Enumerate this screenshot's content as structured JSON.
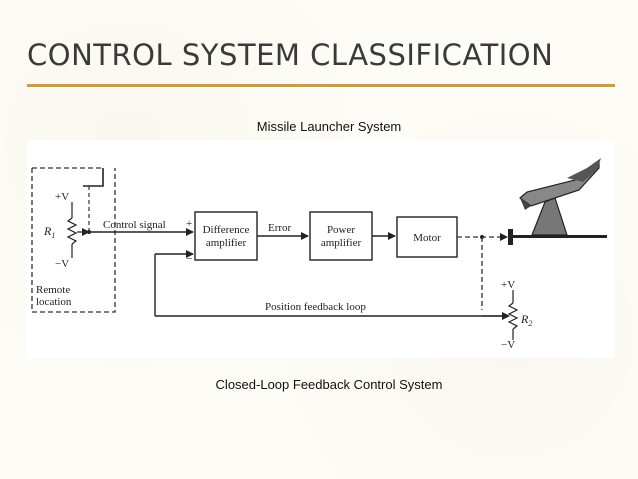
{
  "slide": {
    "title": "CONTROL SYSTEM CLASSIFICATION",
    "caption_top": "Missile Launcher System",
    "caption_bottom": "Closed-Loop Feedback Control System"
  },
  "diagram": {
    "supply_pos_left": "+V",
    "resistor_left": "R",
    "resistor_left_sub": "1",
    "supply_neg_left": "−V",
    "control_signal": "Control signal",
    "plus_sign": "+",
    "minus_sign": "−",
    "difference_amp_line1": "Difference",
    "difference_amp_line2": "amplifier",
    "error": "Error",
    "power_amp_line1": "Power",
    "power_amp_line2": "amplifier",
    "motor": "Motor",
    "remote_line1": "Remote",
    "remote_line2": "location",
    "feedback_loop": "Position feedback loop",
    "supply_pos_right": "+V",
    "resistor_right": "R",
    "resistor_right_sub": "2",
    "supply_neg_right": "−V"
  }
}
